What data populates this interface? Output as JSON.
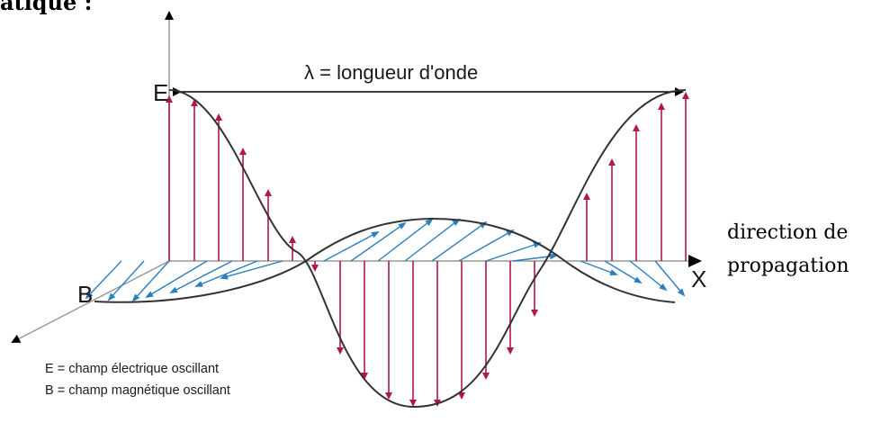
{
  "header_fragment": "atique :",
  "wavelength_label": "λ = longueur d'onde",
  "axis_labels": {
    "e": "E",
    "b": "B",
    "x": "X"
  },
  "side_text": {
    "line1": "direction de",
    "line2": "propagation"
  },
  "legend": {
    "e_line": "E = champ électrique oscillant",
    "b_line": "B = champ magnétique oscillant"
  },
  "colors": {
    "e_vectors": "#b0174e",
    "b_vectors": "#2a7fbf",
    "curves": "#333333",
    "axes": "#999999"
  }
}
